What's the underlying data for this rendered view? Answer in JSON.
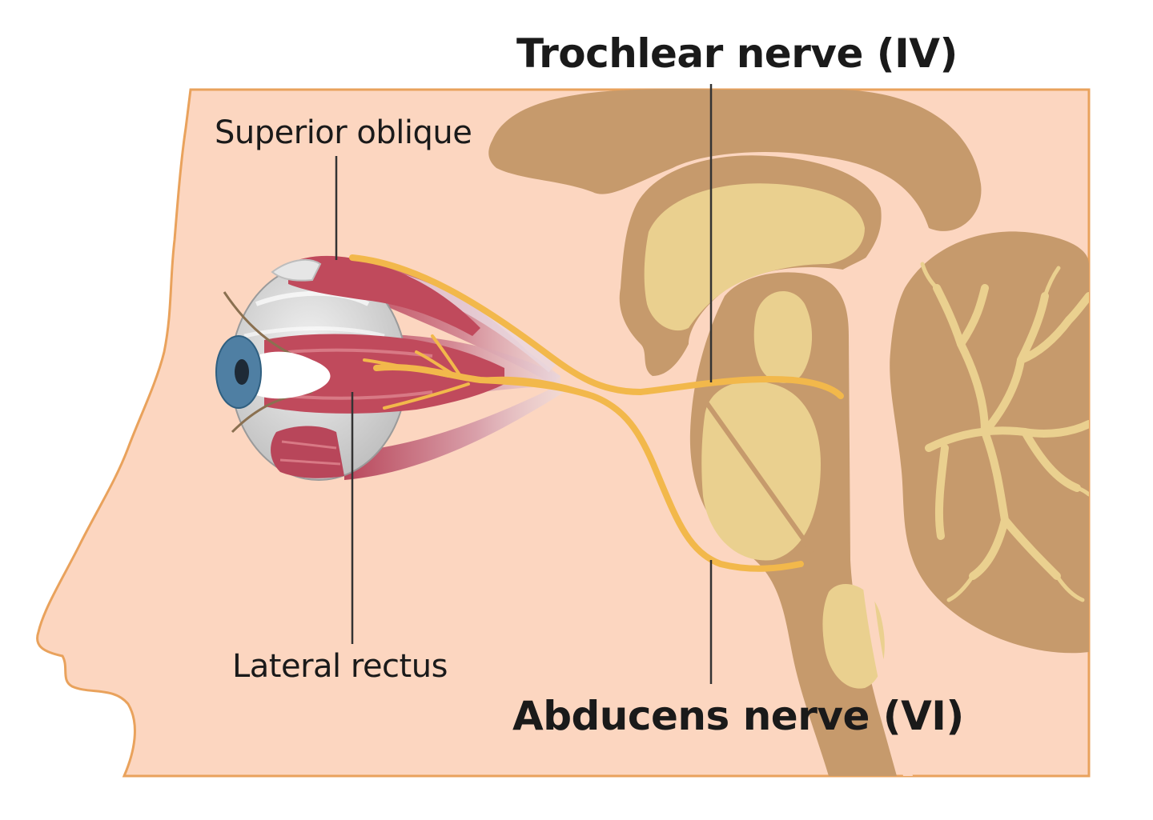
{
  "labels": {
    "trochlear": "Trochlear nerve (IV)",
    "superior_oblique": "Superior oblique",
    "lateral_rectus": "Lateral rectus",
    "abducens": "Abducens nerve (VI)"
  },
  "colors": {
    "skin": "#fcd6c0",
    "skin_outline": "#e9a25c",
    "brain_dark": "#c69a6c",
    "brain_light": "#ead08f",
    "nerve": "#f2b84b",
    "muscle": "#c04a5c",
    "sclera": "#d6d6d6",
    "iris": "#4f7fa3",
    "pointer": "#333333"
  }
}
